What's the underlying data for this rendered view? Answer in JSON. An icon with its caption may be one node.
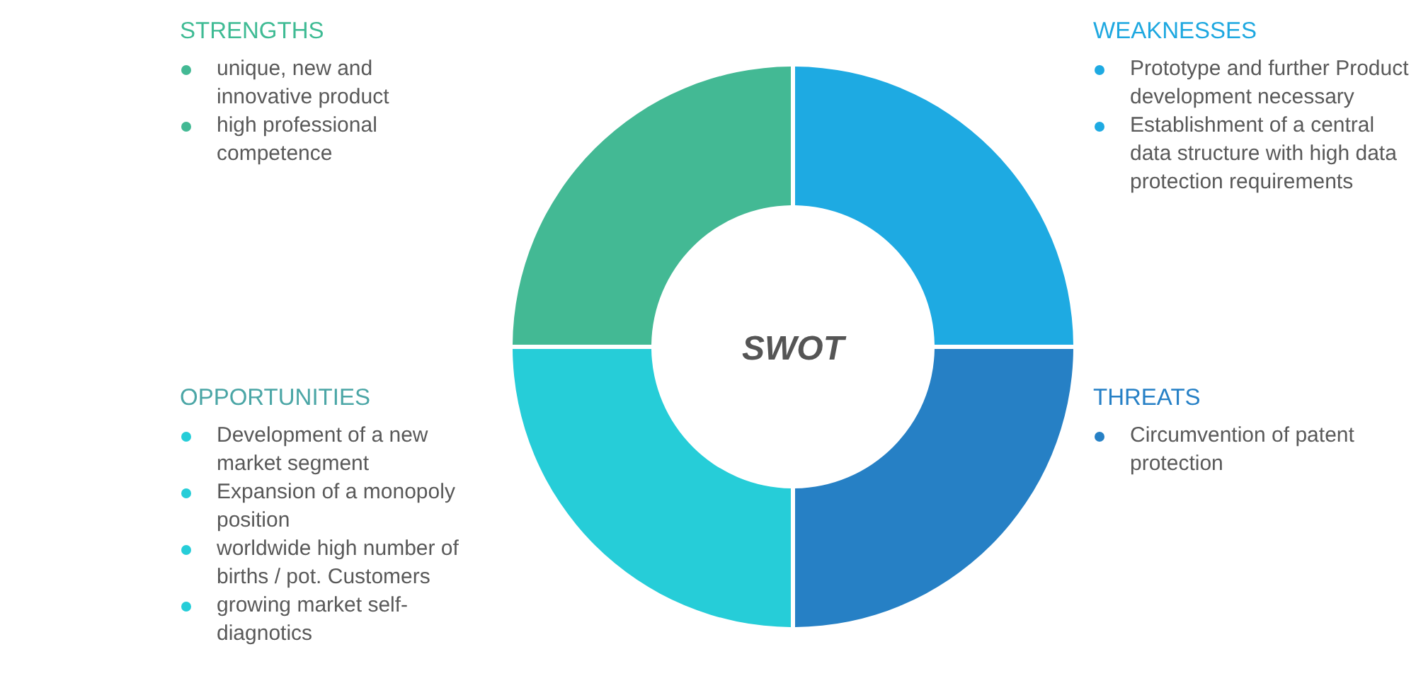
{
  "diagram": {
    "nodes": [
      {
        "text": [],
        "shape": "segment",
        "beside": [
          "STRENGTHS",
          "unique, new and innovative product",
          "high professional competence"
        ]
      },
      {
        "text": [],
        "shape": "segment",
        "beside": [
          "WEAKNESSES",
          "Prototype and further Product development necessary",
          "Establishment of a central data structure with high data protection requirements"
        ]
      },
      {
        "text": [
          "SWOT"
        ]
      },
      {
        "text": [],
        "shape": "segment",
        "beside": [
          "OPPORTUNITIES",
          "Development of a new market segment",
          "Expansion of a monopoly position",
          "worldwide high number of births / pot. Customers",
          "growing market self-diagnotics"
        ]
      },
      {
        "text": [],
        "shape": "segment",
        "beside": [
          "THREATS",
          "Circumvention of patent protection"
        ]
      }
    ]
  }
}
